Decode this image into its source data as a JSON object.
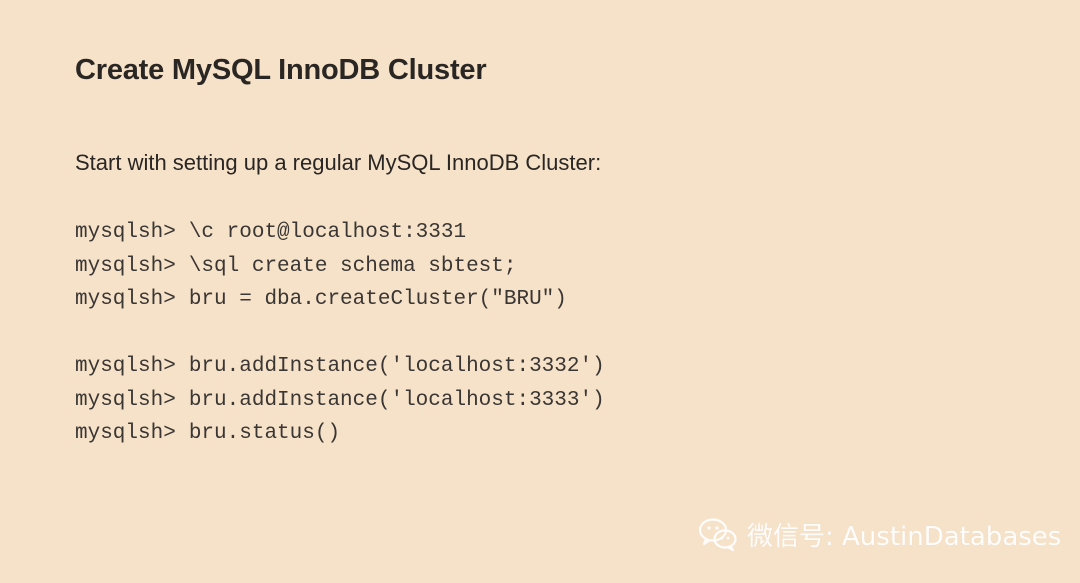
{
  "slide": {
    "title": "Create MySQL InnoDB Cluster",
    "subtitle": "Start with setting up a regular MySQL InnoDB Cluster:",
    "prompt": "mysqlsh>",
    "code_block_1": [
      "\\c root@localhost:3331",
      "\\sql create schema sbtest;",
      "bru = dba.createCluster(\"BRU\")"
    ],
    "code_block_2": [
      "bru.addInstance('localhost:3332')",
      "bru.addInstance('localhost:3333')",
      "bru.status()"
    ]
  },
  "watermark": {
    "icon": "wechat-icon",
    "text": "微信号: AustinDatabases"
  },
  "colors": {
    "background": "#f6e2c9",
    "text": "#2a2623",
    "watermark": "#ffffff"
  }
}
